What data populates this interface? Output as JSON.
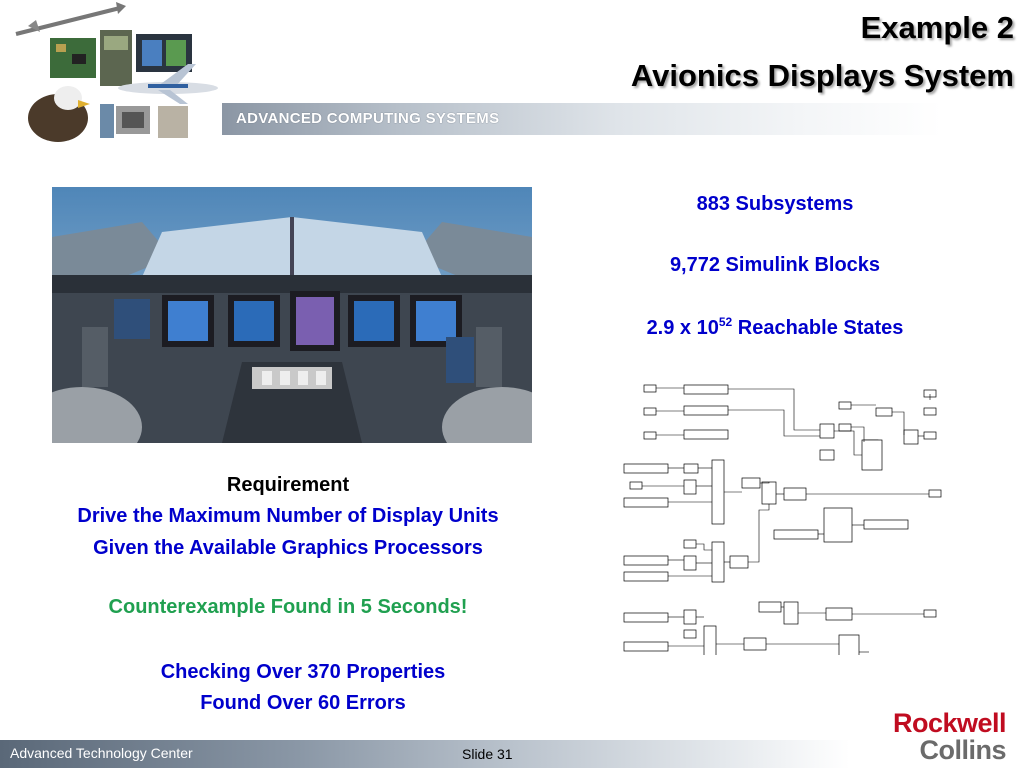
{
  "slide": {
    "title_line1": "Example 2",
    "title_line2": "Avionics Displays System",
    "banner": "ADVANCED COMPUTING SYSTEMS",
    "footer_left": "Advanced Technology Center",
    "slide_number": "Slide 31"
  },
  "stats": {
    "subsystems": "883 Subsystems",
    "blocks": "9,772 Simulink Blocks",
    "states_base": "2.9 x 10",
    "states_exp": "52",
    "states_suffix": " Reachable States"
  },
  "requirement": {
    "heading": "Requirement",
    "line1": "Drive the Maximum Number of Display Units",
    "line2": "Given the Available Graphics Processors"
  },
  "result": {
    "counterexample": "Counterexample Found in 5 Seconds!",
    "checking": "Checking Over 370 Properties",
    "errors": "Found Over 60 Errors"
  },
  "logo": {
    "line1": "Rockwell",
    "line2": "Collins"
  },
  "colors": {
    "blue_text": "#0000cc",
    "green_text": "#20a050",
    "logo_red": "#c00c20",
    "logo_gray": "#6b6b6b"
  }
}
